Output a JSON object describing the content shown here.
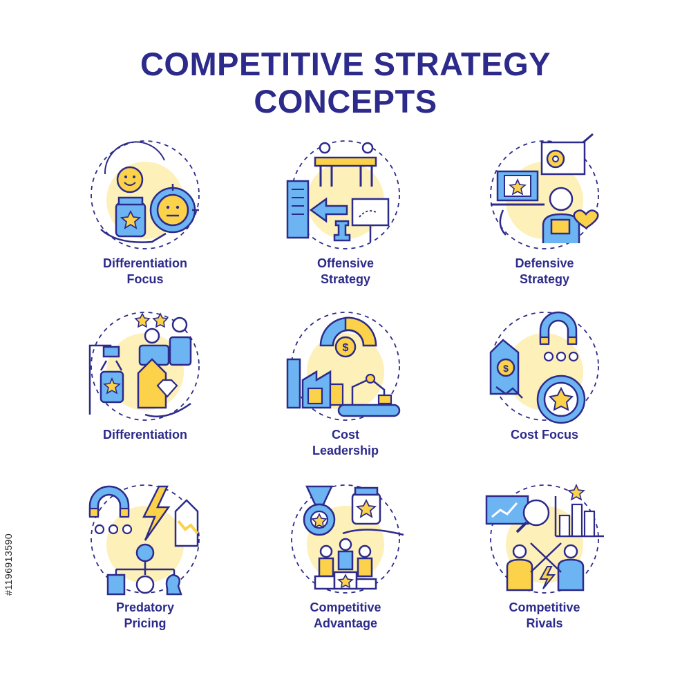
{
  "title": {
    "line1": "COMPETITIVE STRATEGY",
    "line2": "CONCEPTS"
  },
  "colors": {
    "navy": "#2c2a8a",
    "yellow": "#fbd24a",
    "blue": "#6cb4f2",
    "pale": "#fdf0b8"
  },
  "icons": [
    {
      "id": "differentiation-focus",
      "line1": "Differentiation",
      "line2": "Focus",
      "icon": "target-product-icon"
    },
    {
      "id": "offensive-strategy",
      "line1": "Offensive",
      "line2": "Strategy",
      "icon": "chess-board-icon"
    },
    {
      "id": "defensive-strategy",
      "line1": "Defensive",
      "line2": "Strategy",
      "icon": "shield-heart-icon"
    },
    {
      "id": "differentiation",
      "line1": "Differentiation",
      "line2": "",
      "icon": "diamond-tag-icon"
    },
    {
      "id": "cost-leadership",
      "line1": "Cost",
      "line2": "Leadership",
      "icon": "factory-dollar-icon"
    },
    {
      "id": "cost-focus",
      "line1": "Cost Focus",
      "line2": "",
      "icon": "magnet-star-icon"
    },
    {
      "id": "predatory-pricing",
      "line1": "Predatory",
      "line2": "Pricing",
      "icon": "magnet-lightning-icon"
    },
    {
      "id": "competitive-advantage",
      "line1": "Competitive",
      "line2": "Advantage",
      "icon": "medal-podium-icon"
    },
    {
      "id": "competitive-rivals",
      "line1": "Competitive",
      "line2": "Rivals",
      "icon": "rivals-chart-icon"
    }
  ],
  "watermark": "#1196913590"
}
